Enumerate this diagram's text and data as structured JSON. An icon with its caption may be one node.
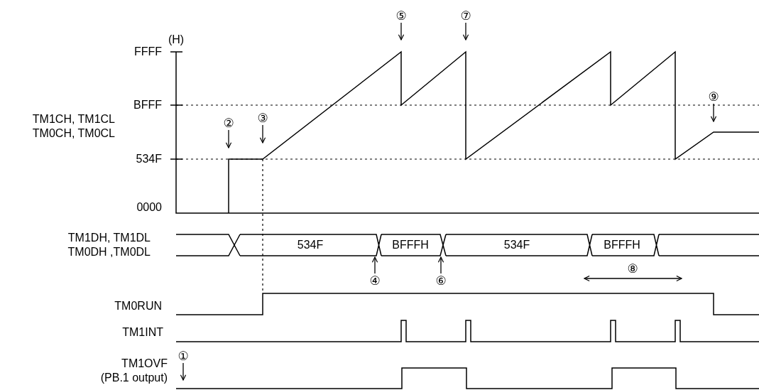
{
  "diagram": {
    "nodes": [
      {
        "text": [
          "⑤"
        ]
      },
      {
        "text": [
          "⑦"
        ]
      },
      {
        "text": [
          "⑨"
        ]
      },
      {
        "text": [
          "②"
        ]
      },
      {
        "text": [
          "③"
        ]
      },
      {
        "text": [
          "④"
        ]
      },
      {
        "text": [
          "⑥"
        ]
      },
      {
        "text": [
          "①"
        ]
      }
    ],
    "edges": [
      {
        "from": 0,
        "to": null,
        "arrow": "to"
      },
      {
        "from": 1,
        "to": null,
        "arrow": "to"
      },
      {
        "from": 2,
        "to": null,
        "arrow": "to"
      },
      {
        "from": 3,
        "to": null,
        "arrow": "to"
      },
      {
        "from": 4,
        "to": null,
        "arrow": "to"
      },
      {
        "from": 5,
        "to": null,
        "arrow": "to"
      },
      {
        "from": 6,
        "to": null,
        "arrow": "to"
      },
      {
        "from": 7,
        "to": null,
        "arrow": "to"
      }
    ],
    "labels": [
      "(H)",
      "FFFF",
      "BFFF",
      "TM1CH, TM1CL TM0CH, TM0CL",
      "534F",
      "0000",
      "TM1DH, TM1DL TM0DH ,TM0DL",
      "534F",
      "BFFFH",
      "534F",
      "BFFFH",
      "⑧",
      "TM0RUN",
      "TM1INT",
      "TM1OVF (PB.1 output)"
    ]
  }
}
